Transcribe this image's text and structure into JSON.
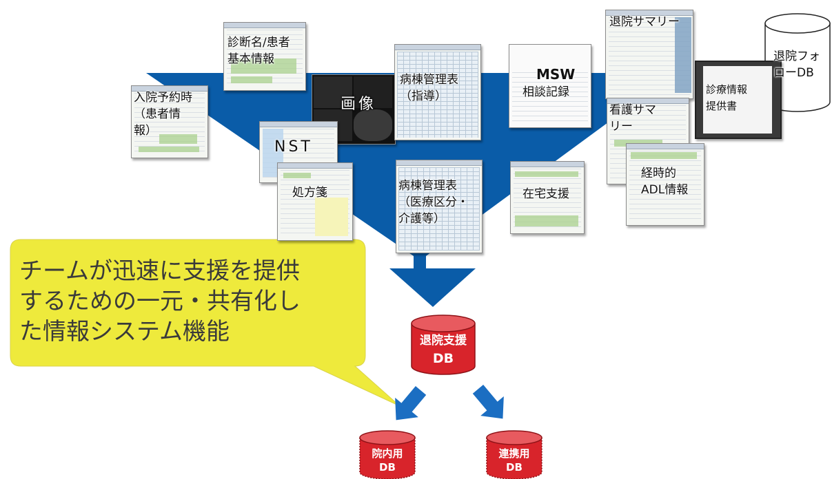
{
  "documents": [
    {
      "key": "admission",
      "label": "入院予約時\n（患者情\n報）"
    },
    {
      "key": "diagnosis",
      "label": "診断名/患者\n基本情報"
    },
    {
      "key": "image",
      "label": "画像"
    },
    {
      "key": "nst",
      "label": "NST"
    },
    {
      "key": "prescription",
      "label": "処方箋"
    },
    {
      "key": "ward_guidance",
      "label": "病棟管理表\n（指導）"
    },
    {
      "key": "ward_medical",
      "label": "病棟管理表\n（医療区分・\n介護等）"
    },
    {
      "key": "msw_title",
      "label": "MSW"
    },
    {
      "key": "msw",
      "label": "相談記録"
    },
    {
      "key": "home_support",
      "label": "在宅支援"
    },
    {
      "key": "discharge_summary",
      "label": "退院サマリー"
    },
    {
      "key": "nursing_summary",
      "label": "看護サマ\nリー"
    },
    {
      "key": "adl",
      "label": "経時的\nADL情報"
    },
    {
      "key": "referral",
      "label": "診療情報\n提供書"
    },
    {
      "key": "follow_db",
      "label": "退院フォ\nローDB"
    }
  ],
  "callout": {
    "text": "チームが迅速に支援を提供\nするための一元・共有化し\nた情報システム機能"
  },
  "central_db": {
    "line1": "退院支援",
    "line2": "DB"
  },
  "hospital_db": {
    "line1": "院内用",
    "line2": "DB"
  },
  "liaison_db": {
    "line1": "連携用",
    "line2": "DB"
  },
  "colors": {
    "funnel": "#0a5ca8",
    "callout": "#eeea3c",
    "db_red": "#d8242b",
    "db_dark": "#8e1217"
  }
}
